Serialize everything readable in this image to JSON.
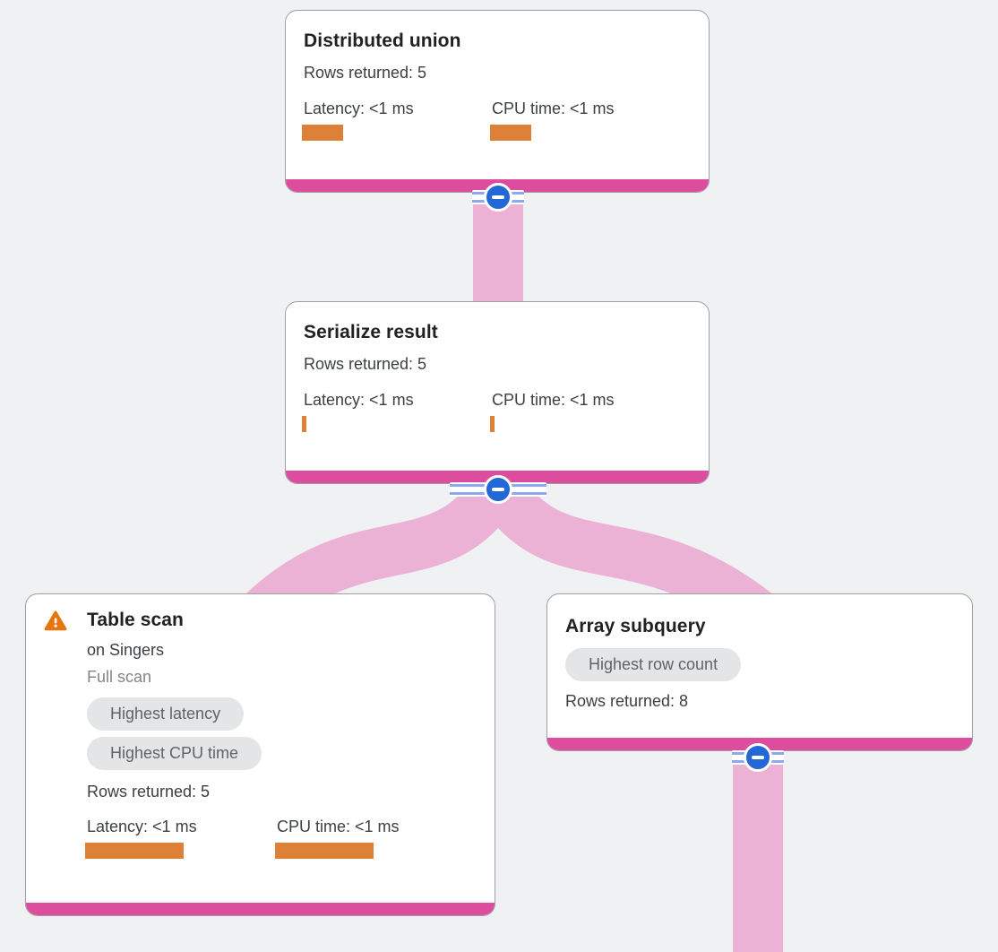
{
  "palette": {
    "background": "#eff1f3",
    "card_background": "#ffffff",
    "card_border": "#9aa0a6",
    "accent_pink": "#dd4c9d",
    "band_pink": "#ecb2d5",
    "bar_orange": "#dd8138",
    "warning_orange": "#e8740e",
    "connector_blue": "#2368d6",
    "connector_stripe_blue": "#8fa7ee",
    "badge_background": "#e4e5e7",
    "badge_text": "#5f6368"
  },
  "nodes": [
    {
      "title": "Distributed union",
      "rows_returned": "Rows returned: 5",
      "latency_label": "Latency: <1 ms",
      "cpu_label": "CPU time: <1 ms",
      "latency_bar_width": 46,
      "cpu_bar_width": 46
    },
    {
      "title": "Serialize result",
      "rows_returned": "Rows returned: 5",
      "latency_label": "Latency: <1 ms",
      "cpu_label": "CPU time: <1 ms",
      "latency_bar_width": 5,
      "cpu_bar_width": 5
    },
    {
      "title": "Table scan",
      "subtitle": "on Singers",
      "scan_type": "Full scan",
      "badges": [
        "Highest latency",
        "Highest CPU time"
      ],
      "rows_returned": "Rows returned: 5",
      "latency_label": "Latency: <1 ms",
      "cpu_label": "CPU time: <1 ms",
      "latency_bar_width": 110,
      "cpu_bar_width": 110,
      "warning": "warning-triangle-icon"
    },
    {
      "title": "Array subquery",
      "badges": [
        "Highest row count"
      ],
      "rows_returned": "Rows returned: 8"
    }
  ]
}
